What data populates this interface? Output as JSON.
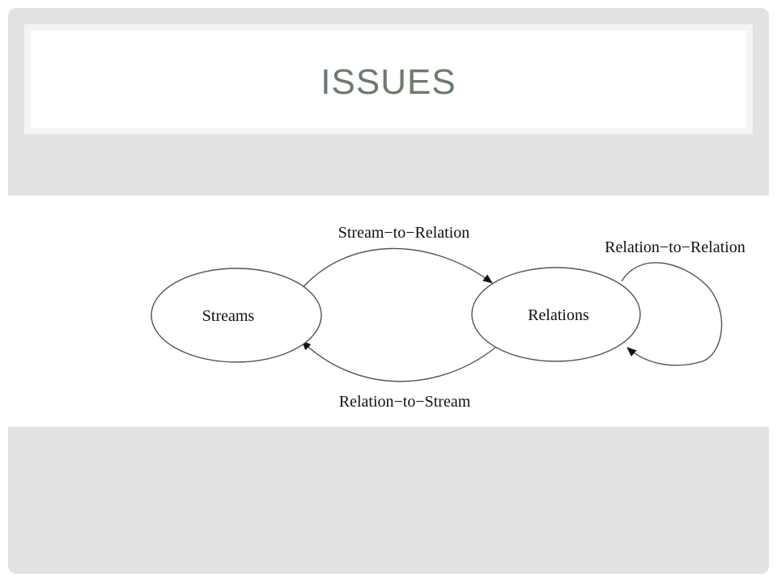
{
  "slide": {
    "title": "ISSUES"
  },
  "diagram": {
    "nodes": [
      {
        "id": "streams",
        "label": "Streams"
      },
      {
        "id": "relations",
        "label": "Relations"
      }
    ],
    "edges": [
      {
        "id": "stream-to-relation",
        "label": "Stream−to−Relation"
      },
      {
        "id": "relation-to-stream",
        "label": "Relation−to−Stream"
      },
      {
        "id": "relation-to-relation",
        "label": "Relation−to−Relation"
      }
    ]
  },
  "colors": {
    "title": "#6b7b6c",
    "background": "#e2e2e2",
    "line": "#555555"
  }
}
